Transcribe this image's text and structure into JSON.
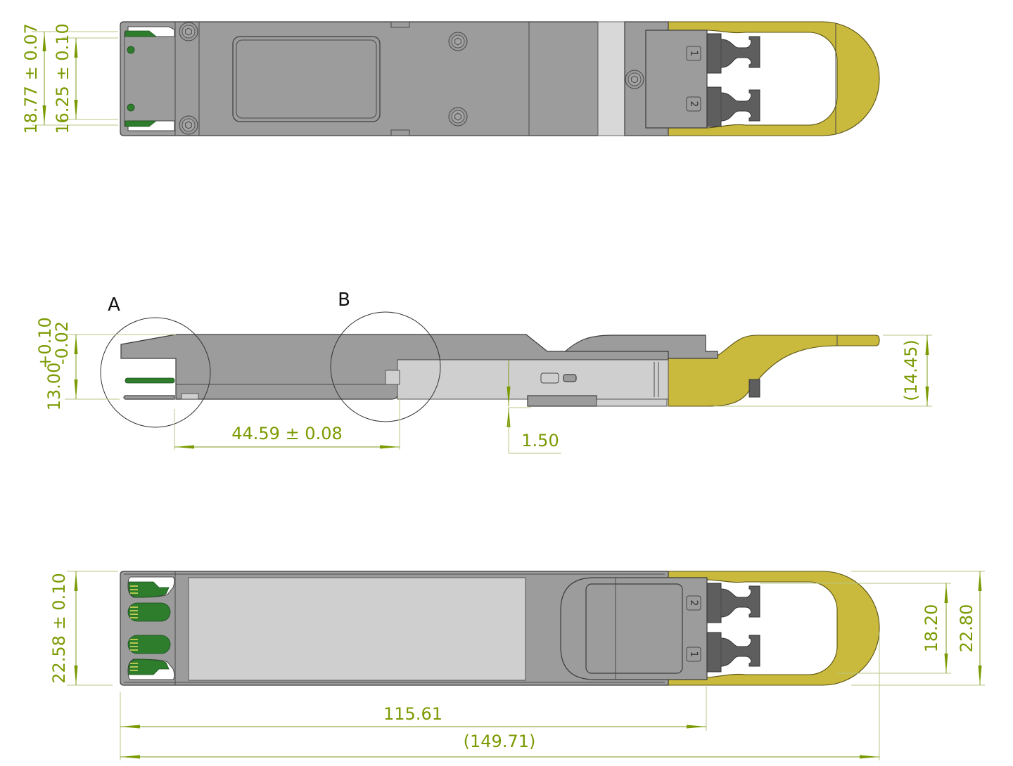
{
  "colors": {
    "dimension": "#7a9a00",
    "housing": "#9c9c9c",
    "pull_tab": "#c9b93c",
    "pcb": "#2d7d2d"
  },
  "views": {
    "top": {
      "port_labels": [
        "1",
        "2"
      ],
      "dimensions": {
        "outer_width": "18.77 ± 0.07",
        "inner_width": "16.25 ± 0.10"
      }
    },
    "side": {
      "detail_labels": {
        "a": "A",
        "b": "B"
      },
      "dimensions": {
        "height_nominal": "13.00",
        "height_tol_plus": "+0.10",
        "height_tol_minus": "-0.02",
        "length_to_stop": "44.59 ± 0.08",
        "offset": "1.50",
        "overall_height": "(14.45)"
      }
    },
    "bottom": {
      "port_labels": [
        "2",
        "1"
      ],
      "dimensions": {
        "width": "22.58 ± 0.10",
        "tab_inner_width": "18.20",
        "tab_outer_width": "22.80",
        "body_length": "115.61",
        "overall_length": "(149.71)"
      }
    }
  }
}
